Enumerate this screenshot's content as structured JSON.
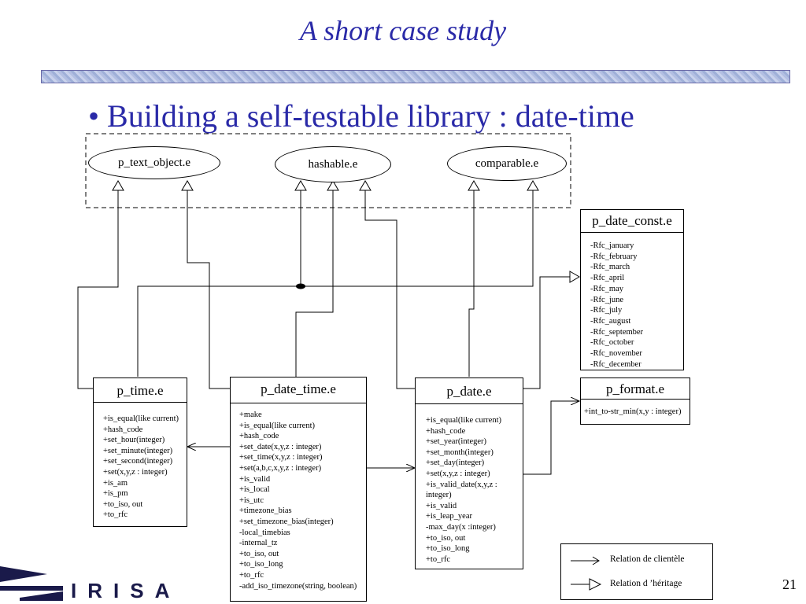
{
  "slide": {
    "title": "A short case study",
    "bullet": "Building a self-testable library : date-time",
    "page_number": "21",
    "logo_text": "IRISA"
  },
  "ovals": {
    "text_object": "p_text_object.e",
    "hashable": "hashable.e",
    "comparable": "comparable.e"
  },
  "classes": {
    "date_const": {
      "name": "p_date_const.e",
      "members": [
        "-Rfc_january",
        "-Rfc_february",
        "-Rfc_march",
        "-Rfc_april",
        "-Rfc_may",
        "-Rfc_june",
        "-Rfc_july",
        "-Rfc_august",
        "-Rfc_september",
        "-Rfc_october",
        "-Rfc_november",
        "-Rfc_december"
      ]
    },
    "time": {
      "name": "p_time.e",
      "members": [
        "+is_equal(like current)",
        "+hash_code",
        "+set_hour(integer)",
        "+set_minute(integer)",
        "+set_second(integer)",
        "+set(x,y,z : integer)",
        "+is_am",
        "+is_pm",
        "+to_iso, out",
        "+to_rfc"
      ]
    },
    "date_time": {
      "name": "p_date_time.e",
      "members": [
        "+make",
        "+is_equal(like current)",
        "+hash_code",
        "+set_date(x,y,z : integer)",
        "+set_time(x,y,z : integer)",
        "+set(a,b,c,x,y,z : integer)",
        "+is_valid",
        "+is_local",
        "+is_utc",
        "+timezone_bias",
        "+set_timezone_bias(integer)",
        "-local_timebias",
        "-internal_tz",
        "+to_iso, out",
        "+to_iso_long",
        "+to_rfc",
        "-add_iso_timezone(string, boolean)"
      ]
    },
    "date": {
      "name": "p_date.e",
      "members": [
        "+is_equal(like current)",
        "+hash_code",
        "+set_year(integer)",
        "+set_month(integer)",
        "+set_day(integer)",
        "+set(x,y,z : integer)",
        "+is_valid_date(x,y,z :",
        "integer)",
        "+is_valid",
        "+is_leap_year",
        "-max_day(x :integer)",
        "+to_iso, out",
        "+to_iso_long",
        "+to_rfc"
      ]
    },
    "format": {
      "name": "p_format.e",
      "members": [
        "+int_to-str_min(x,y : integer)"
      ]
    }
  },
  "legend": {
    "client": "Relation de clientèle",
    "inherit": "Relation d ’héritage"
  },
  "colors": {
    "title": "#2a2aa8",
    "bar": "#9fb0d8"
  }
}
